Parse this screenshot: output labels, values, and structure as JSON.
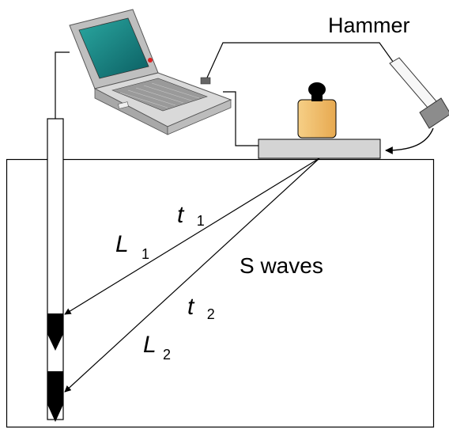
{
  "labels": {
    "hammer": "Hammer",
    "t1": {
      "sym": "t",
      "sub": "1"
    },
    "t2": {
      "sym": "t",
      "sub": "2"
    },
    "l1": {
      "sym": "L",
      "sub": "1"
    },
    "l2": {
      "sym": "L",
      "sub": "2"
    },
    "waves": "S waves"
  },
  "colors": {
    "line": "#000000",
    "plate": "#d4d4d4",
    "weight": "#f2c06a",
    "hammer_head": "#8c8c8c",
    "laptop_body": "#d8d8d8",
    "laptop_screen": "#0b6f6f"
  }
}
